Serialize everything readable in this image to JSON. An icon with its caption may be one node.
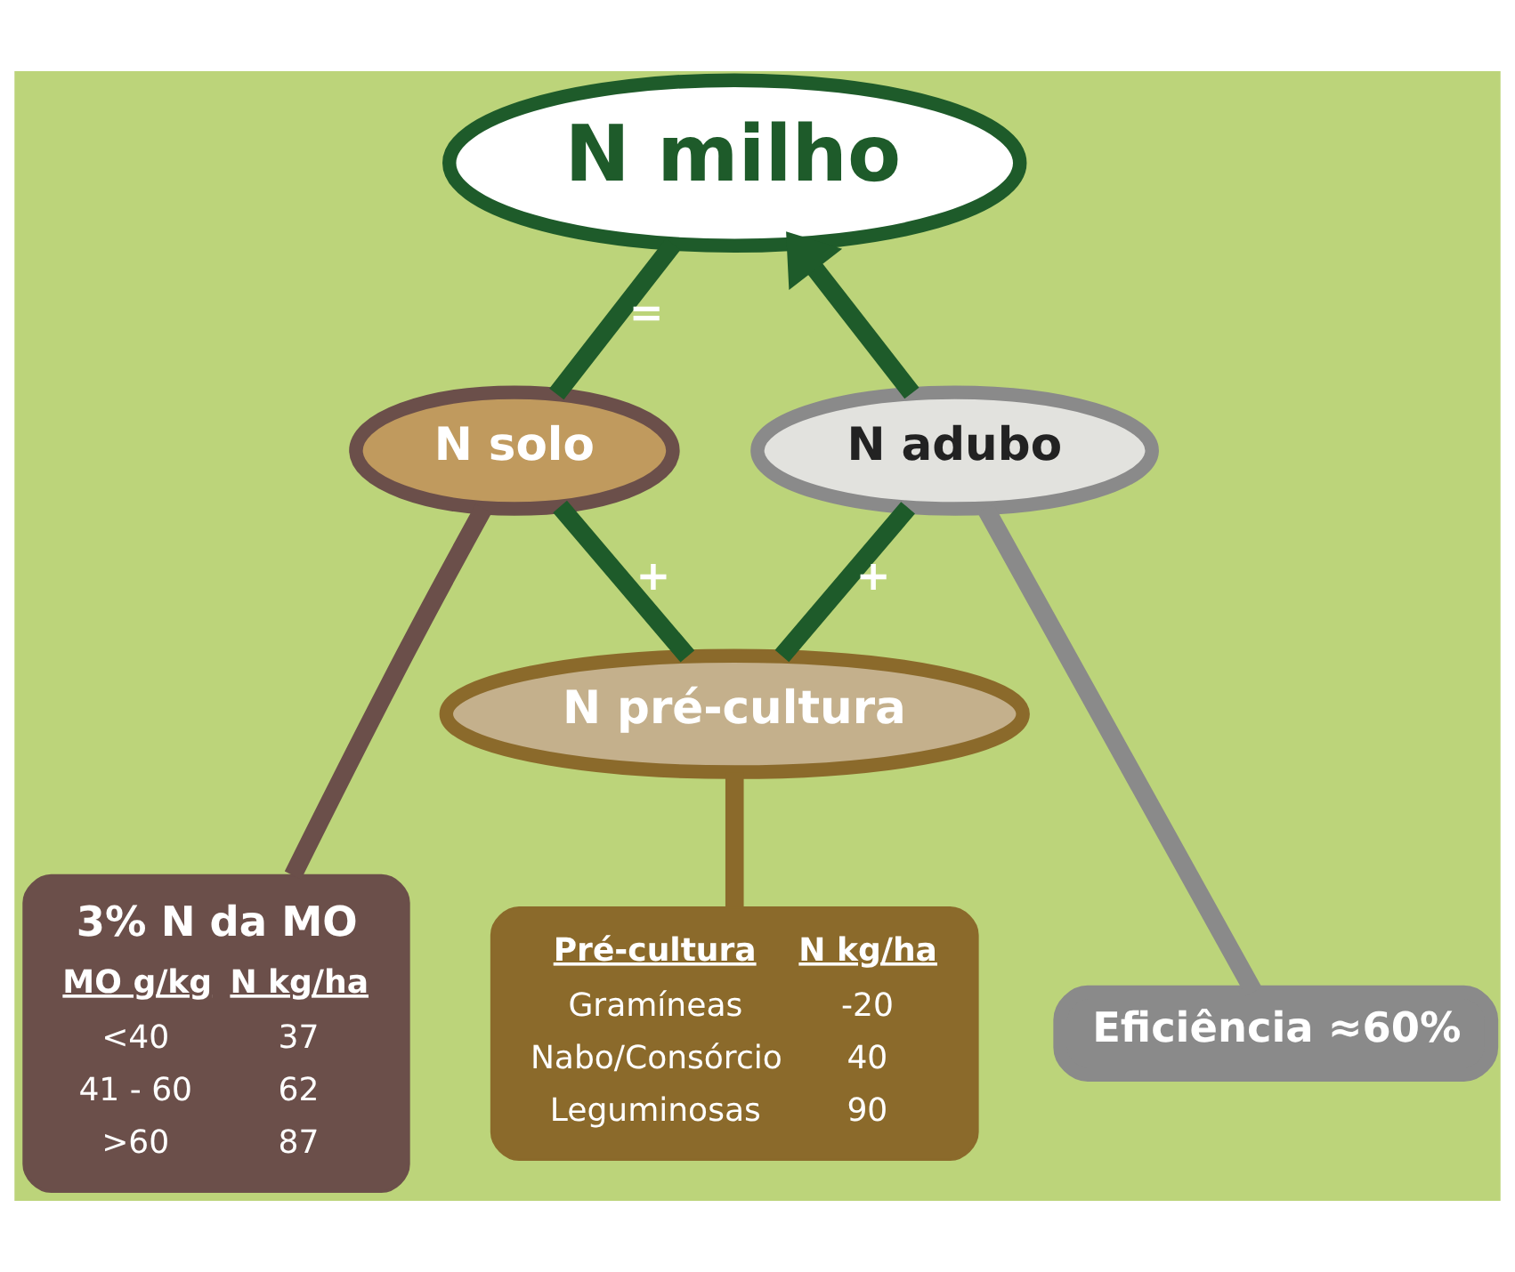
{
  "diagram": {
    "nodes": [
      {
        "text": [
          "N milho"
        ]
      },
      {
        "text": [
          "N adubo"
        ]
      },
      {
        "text": [
          "N solo"
        ]
      },
      {
        "text": [
          "N pré-cultura"
        ]
      },
      {
        "text": [
          "Eficiência ≈60%"
        ]
      },
      {
        "text": [
          "3% N da MO",
          "MO g/kg",
          "N kg/ha",
          "<40",
          "37",
          "41 - 60",
          "62",
          ">60",
          "87"
        ]
      },
      {
        "text": [
          "Pré-cultura",
          "N kg/ha",
          "Gramíneas",
          "-20",
          "Nabo/Consórcio",
          "40",
          "Leguminosas",
          "90"
        ]
      }
    ],
    "edges": [
      {
        "from": 1,
        "to": 0,
        "arrow": "to"
      },
      {
        "from": 0,
        "to": 2,
        "label": "=",
        "arrow": "none"
      },
      {
        "from": 2,
        "to": 3,
        "label": "+",
        "arrow": "none"
      },
      {
        "from": 3,
        "to": 1,
        "label": "+",
        "arrow": "none"
      },
      {
        "from": 2,
        "to": 5,
        "arrow": "none",
        "color": "#6b4f4a"
      },
      {
        "from": 3,
        "to": 6,
        "arrow": "none",
        "color": "#8b6a2b"
      },
      {
        "from": 1,
        "to": 4,
        "arrow": "none",
        "color": "#8a8a8a"
      }
    ]
  }
}
